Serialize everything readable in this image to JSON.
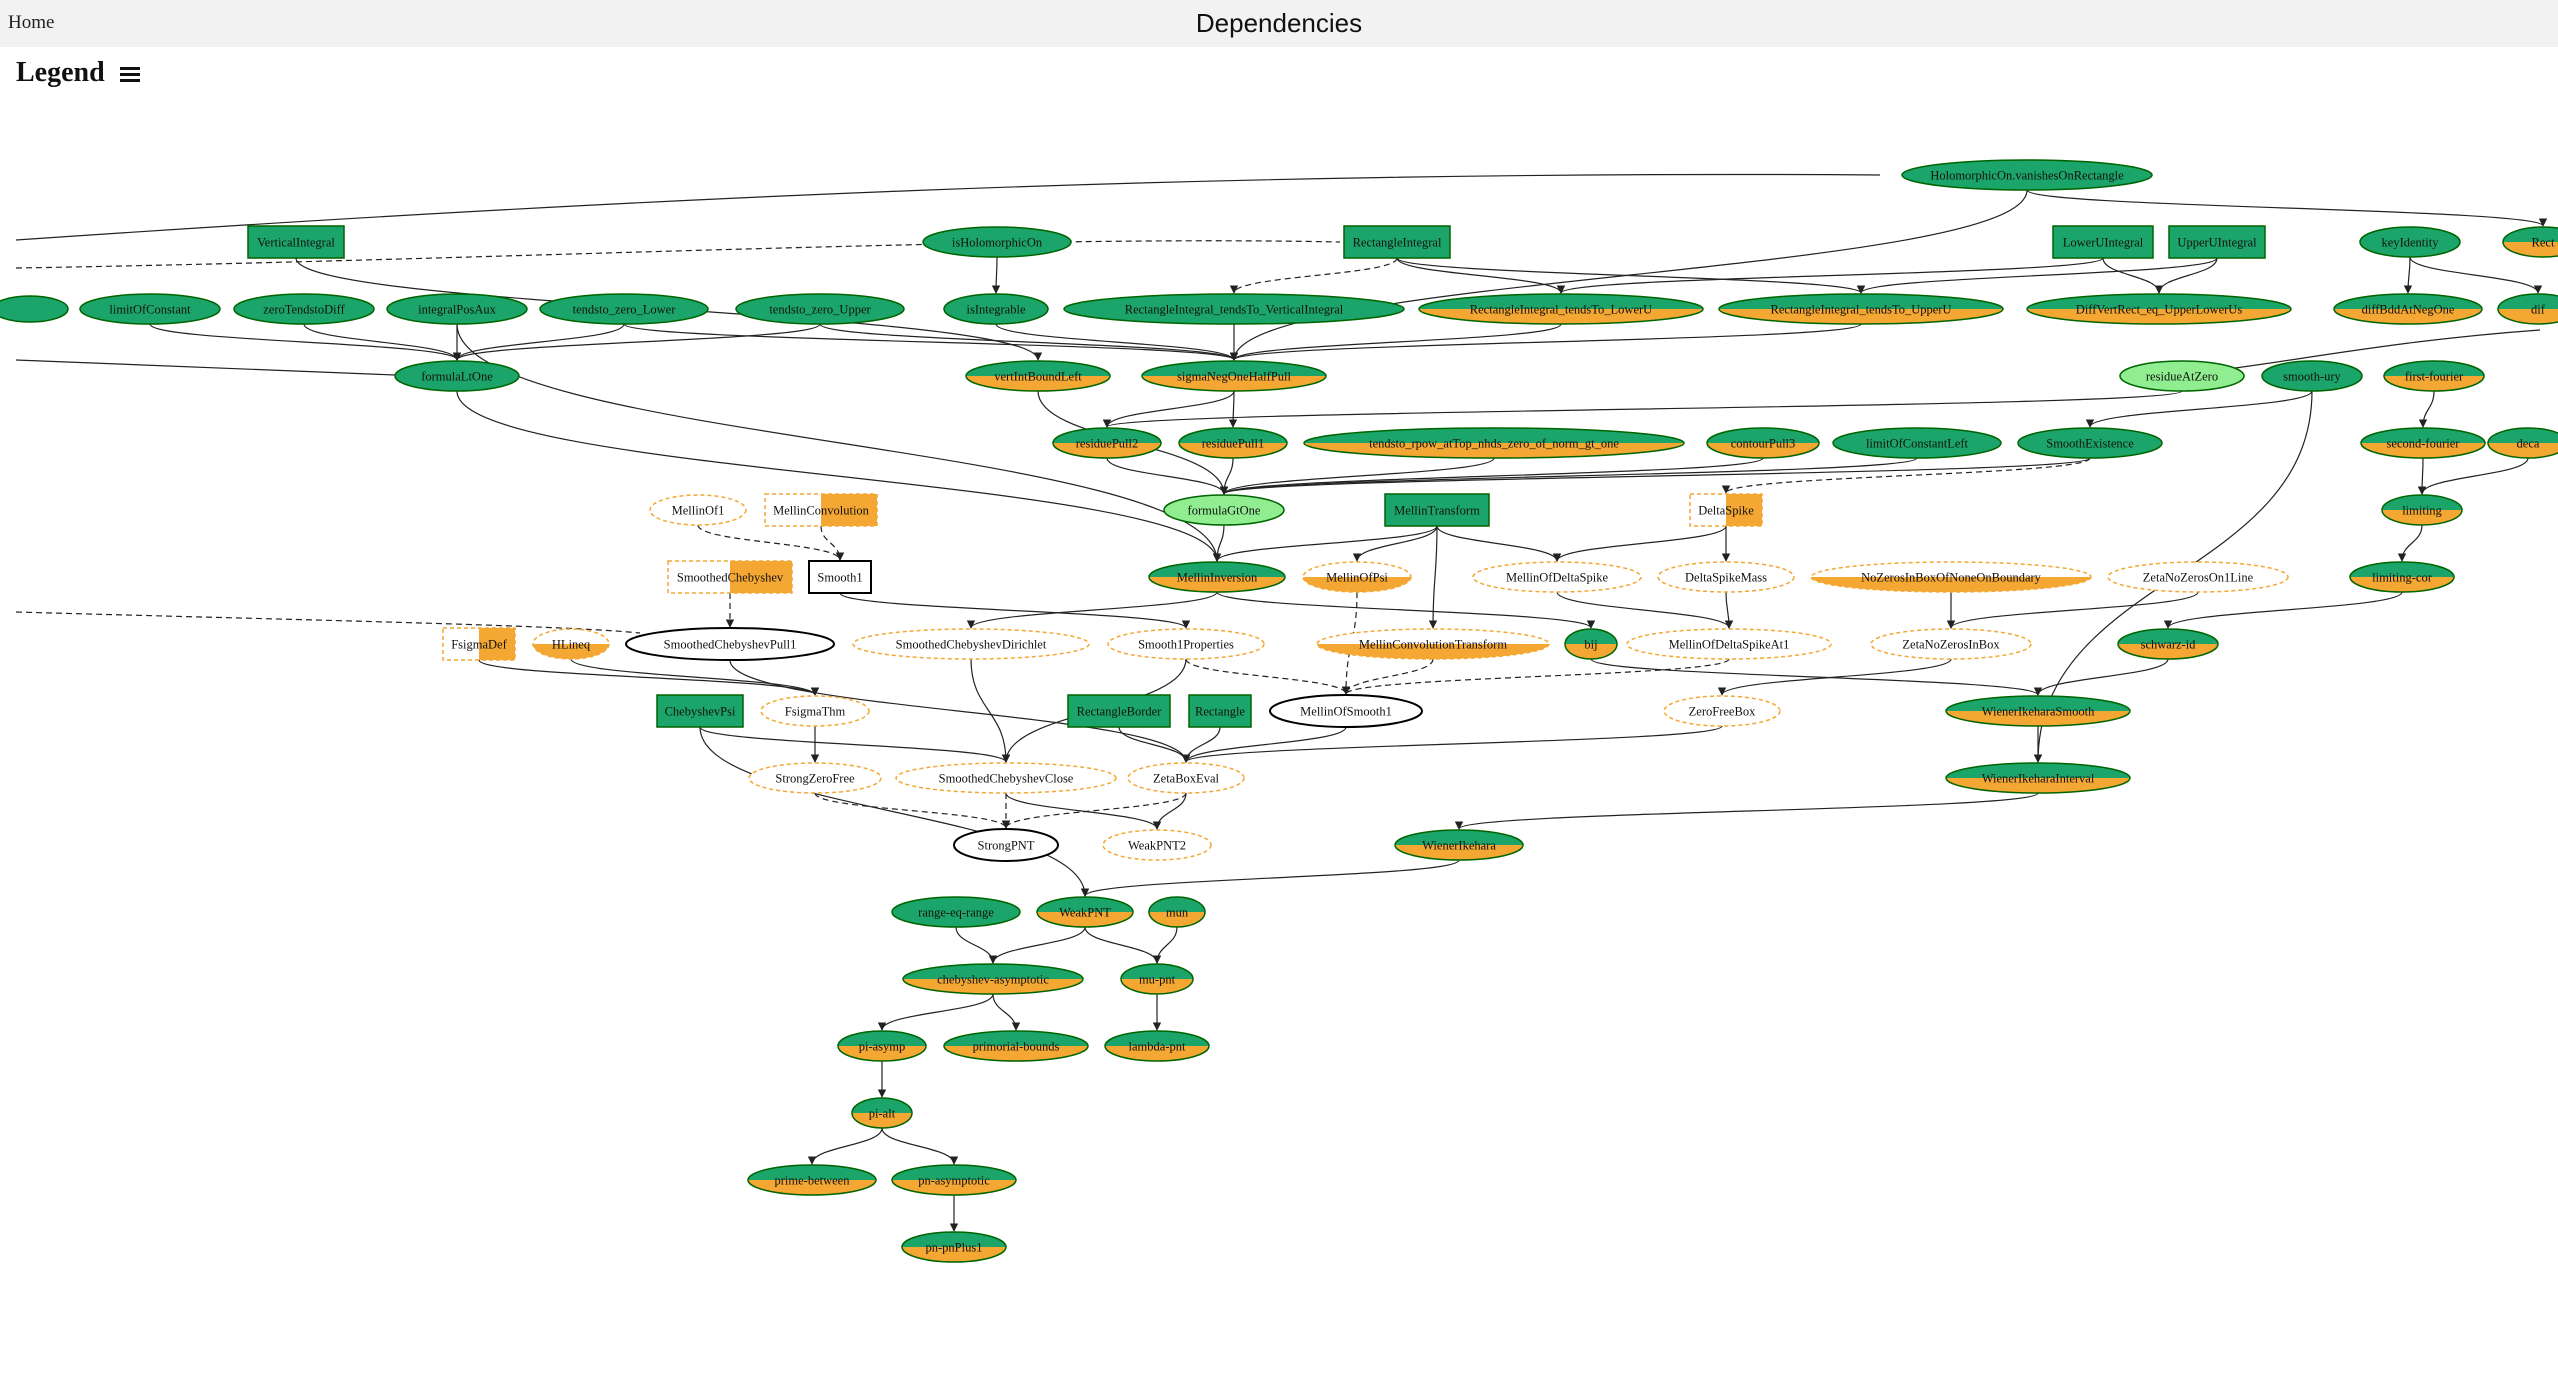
{
  "header": {
    "home": "Home",
    "title": "Dependencies"
  },
  "legend": {
    "label": "Legend"
  },
  "colors": {
    "green": "#1ca56a",
    "light_green": "#90ee90",
    "orange": "#f4a732",
    "border_green": "#006400",
    "dashed_orange": "#f4a732",
    "edge": "#222222"
  },
  "nodes": [
    {
      "id": "n_left0",
      "label": "",
      "shape": "ellipse",
      "style": "green"
    },
    {
      "id": "n_hvr",
      "label": "HolomorphicOn.vanishesOnRectangle",
      "shape": "ellipse",
      "style": "green"
    },
    {
      "id": "n_vi",
      "label": "VerticalIntegral",
      "shape": "box",
      "style": "green"
    },
    {
      "id": "n_isho",
      "label": "isHolomorphicOn",
      "shape": "ellipse",
      "style": "green"
    },
    {
      "id": "n_ri",
      "label": "RectangleIntegral",
      "shape": "box",
      "style": "green"
    },
    {
      "id": "n_lui",
      "label": "LowerUIntegral",
      "shape": "box",
      "style": "green"
    },
    {
      "id": "n_uui",
      "label": "UpperUIntegral",
      "shape": "box",
      "style": "green"
    },
    {
      "id": "n_kid",
      "label": "keyIdentity",
      "shape": "ellipse",
      "style": "green"
    },
    {
      "id": "n_rect_r",
      "label": "Rect",
      "shape": "ellipse",
      "style": "half"
    },
    {
      "id": "n_loc",
      "label": "limitOfConstant",
      "shape": "ellipse",
      "style": "green"
    },
    {
      "id": "n_ztd",
      "label": "zeroTendstoDiff",
      "shape": "ellipse",
      "style": "green"
    },
    {
      "id": "n_ipa",
      "label": "integralPosAux",
      "shape": "ellipse",
      "style": "green"
    },
    {
      "id": "n_tzl",
      "label": "tendsto_zero_Lower",
      "shape": "ellipse",
      "style": "green"
    },
    {
      "id": "n_tzu",
      "label": "tendsto_zero_Upper",
      "shape": "ellipse",
      "style": "green"
    },
    {
      "id": "n_isint",
      "label": "isIntegrable",
      "shape": "ellipse",
      "style": "green"
    },
    {
      "id": "n_ritv",
      "label": "RectangleIntegral_tendsTo_VerticalIntegral",
      "shape": "ellipse",
      "style": "green"
    },
    {
      "id": "n_ritl",
      "label": "RectangleIntegral_tendsTo_LowerU",
      "shape": "ellipse",
      "style": "half"
    },
    {
      "id": "n_ritu",
      "label": "RectangleIntegral_tendsTo_UpperU",
      "shape": "ellipse",
      "style": "half"
    },
    {
      "id": "n_dvr",
      "label": "DiffVertRect_eq_UpperLowerUs",
      "shape": "ellipse",
      "style": "half"
    },
    {
      "id": "n_dbdd",
      "label": "diffBddAtNegOne",
      "shape": "ellipse",
      "style": "half"
    },
    {
      "id": "n_dif_r",
      "label": "dif",
      "shape": "ellipse",
      "style": "half"
    },
    {
      "id": "n_flt1",
      "label": "formulaLtOne",
      "shape": "ellipse",
      "style": "green"
    },
    {
      "id": "n_vibl",
      "label": "vertIntBoundLeft",
      "shape": "ellipse",
      "style": "half"
    },
    {
      "id": "n_snohp",
      "label": "sigmaNegOneHalfPull",
      "shape": "ellipse",
      "style": "half"
    },
    {
      "id": "n_raz",
      "label": "residueAtZero",
      "shape": "ellipse",
      "style": "lightgreen"
    },
    {
      "id": "n_sury",
      "label": "smooth-ury",
      "shape": "ellipse",
      "style": "green"
    },
    {
      "id": "n_ff",
      "label": "first-fourier",
      "shape": "ellipse",
      "style": "half"
    },
    {
      "id": "n_rp2",
      "label": "residuePull2",
      "shape": "ellipse",
      "style": "half"
    },
    {
      "id": "n_rp1",
      "label": "residuePull1",
      "shape": "ellipse",
      "style": "half"
    },
    {
      "id": "n_tcr",
      "label": "tendsto_rpow_atTop_nhds_zero_of_norm_gt_one",
      "shape": "ellipse",
      "style": "half"
    },
    {
      "id": "n_cp3",
      "label": "contourPull3",
      "shape": "ellipse",
      "style": "half"
    },
    {
      "id": "n_locl",
      "label": "limitOfConstantLeft",
      "shape": "ellipse",
      "style": "green"
    },
    {
      "id": "n_smex",
      "label": "SmoothExistence",
      "shape": "ellipse",
      "style": "green"
    },
    {
      "id": "n_sf",
      "label": "second-fourier",
      "shape": "ellipse",
      "style": "half"
    },
    {
      "id": "n_deca",
      "label": "deca",
      "shape": "ellipse",
      "style": "half"
    },
    {
      "id": "n_mof1",
      "label": "MellinOf1",
      "shape": "ellipse",
      "style": "dashed"
    },
    {
      "id": "n_mconv",
      "label": "MellinConvolution",
      "shape": "box",
      "style": "dashedhalf"
    },
    {
      "id": "n_fgt1",
      "label": "formulaGtOne",
      "shape": "ellipse",
      "style": "lightgreen"
    },
    {
      "id": "n_mtr",
      "label": "MellinTransform",
      "shape": "box",
      "style": "green"
    },
    {
      "id": "n_dspk",
      "label": "DeltaSpike",
      "shape": "box",
      "style": "dashedhalf"
    },
    {
      "id": "n_lim",
      "label": "limiting",
      "shape": "ellipse",
      "style": "half"
    },
    {
      "id": "n_schb",
      "label": "SmoothedChebyshev",
      "shape": "box",
      "style": "dashedhalf"
    },
    {
      "id": "n_sm1",
      "label": "Smooth1",
      "shape": "box",
      "style": "plainbox"
    },
    {
      "id": "n_minv",
      "label": "MellinInversion",
      "shape": "ellipse",
      "style": "half"
    },
    {
      "id": "n_mopsi",
      "label": "MellinOfPsi",
      "shape": "ellipse",
      "style": "dashedhalf"
    },
    {
      "id": "n_mods",
      "label": "MellinOfDeltaSpike",
      "shape": "ellipse",
      "style": "dashed"
    },
    {
      "id": "n_dsm",
      "label": "DeltaSpikeMass",
      "shape": "ellipse",
      "style": "dashed"
    },
    {
      "id": "n_nzb",
      "label": "NoZerosInBoxOfNoneOnBoundary",
      "shape": "ellipse",
      "style": "dashedhalf"
    },
    {
      "id": "n_zn1",
      "label": "ZetaNoZerosOn1Line",
      "shape": "ellipse",
      "style": "dashed"
    },
    {
      "id": "n_limcor",
      "label": "limiting-cor",
      "shape": "ellipse",
      "style": "half"
    },
    {
      "id": "n_fsd",
      "label": "FsigmaDef",
      "shape": "box",
      "style": "dashedhalf"
    },
    {
      "id": "n_hl",
      "label": "HLineq",
      "shape": "ellipse",
      "style": "dashedhalf"
    },
    {
      "id": "n_scp1",
      "label": "SmoothedChebyshevPull1",
      "shape": "ellipse",
      "style": "plain"
    },
    {
      "id": "n_scd",
      "label": "SmoothedChebyshevDirichlet",
      "shape": "ellipse",
      "style": "dashed"
    },
    {
      "id": "n_s1p",
      "label": "Smooth1Properties",
      "shape": "ellipse",
      "style": "dashed"
    },
    {
      "id": "n_mct",
      "label": "MellinConvolutionTransform",
      "shape": "ellipse",
      "style": "dashedhalf"
    },
    {
      "id": "n_bij",
      "label": "bij",
      "shape": "ellipse",
      "style": "half"
    },
    {
      "id": "n_moda",
      "label": "MellinOfDeltaSpikeAt1",
      "shape": "ellipse",
      "style": "dashed"
    },
    {
      "id": "n_znb",
      "label": "ZetaNoZerosInBox",
      "shape": "ellipse",
      "style": "dashed"
    },
    {
      "id": "n_schw",
      "label": "schwarz-id",
      "shape": "ellipse",
      "style": "half"
    },
    {
      "id": "n_chpsi",
      "label": "ChebyshevPsi",
      "shape": "box",
      "style": "green"
    },
    {
      "id": "n_fst",
      "label": "FsigmaThm",
      "shape": "ellipse",
      "style": "dashed"
    },
    {
      "id": "n_rbord",
      "label": "RectangleBorder",
      "shape": "box",
      "style": "green"
    },
    {
      "id": "n_rect",
      "label": "Rectangle",
      "shape": "box",
      "style": "green"
    },
    {
      "id": "n_mos1",
      "label": "MellinOfSmooth1",
      "shape": "ellipse",
      "style": "plain"
    },
    {
      "id": "n_zfb",
      "label": "ZeroFreeBox",
      "shape": "ellipse",
      "style": "dashed"
    },
    {
      "id": "n_wis",
      "label": "WienerIkeharaSmooth",
      "shape": "ellipse",
      "style": "half"
    },
    {
      "id": "n_szf",
      "label": "StrongZeroFree",
      "shape": "ellipse",
      "style": "dashed"
    },
    {
      "id": "n_scc",
      "label": "SmoothedChebyshevClose",
      "shape": "ellipse",
      "style": "dashed"
    },
    {
      "id": "n_zbe",
      "label": "ZetaBoxEval",
      "shape": "ellipse",
      "style": "dashed"
    },
    {
      "id": "n_wii",
      "label": "WienerIkeharaInterval",
      "shape": "ellipse",
      "style": "half"
    },
    {
      "id": "n_spnt",
      "label": "StrongPNT",
      "shape": "ellipse",
      "style": "plain"
    },
    {
      "id": "n_wpnt2",
      "label": "WeakPNT2",
      "shape": "ellipse",
      "style": "dashed"
    },
    {
      "id": "n_wi",
      "label": "WienerIkehara",
      "shape": "ellipse",
      "style": "half"
    },
    {
      "id": "n_rer",
      "label": "range-eq-range",
      "shape": "ellipse",
      "style": "green"
    },
    {
      "id": "n_wpnt",
      "label": "WeakPNT",
      "shape": "ellipse",
      "style": "half"
    },
    {
      "id": "n_mun",
      "label": "mun",
      "shape": "ellipse",
      "style": "half"
    },
    {
      "id": "n_cha",
      "label": "chebyshev-asymptotic",
      "shape": "ellipse",
      "style": "half"
    },
    {
      "id": "n_mupnt",
      "label": "mu-pnt",
      "shape": "ellipse",
      "style": "half"
    },
    {
      "id": "n_pias",
      "label": "pi-asymp",
      "shape": "ellipse",
      "style": "half"
    },
    {
      "id": "n_prb",
      "label": "primorial-bounds",
      "shape": "ellipse",
      "style": "half"
    },
    {
      "id": "n_lpnt",
      "label": "lambda-pnt",
      "shape": "ellipse",
      "style": "half"
    },
    {
      "id": "n_pialt",
      "label": "pi-alt",
      "shape": "ellipse",
      "style": "half"
    },
    {
      "id": "n_pbt",
      "label": "prime-between",
      "shape": "ellipse",
      "style": "half"
    },
    {
      "id": "n_pnas",
      "label": "pn-asymptotic",
      "shape": "ellipse",
      "style": "half"
    },
    {
      "id": "n_pnp1",
      "label": "pn-pnPlus1",
      "shape": "ellipse",
      "style": "half"
    }
  ],
  "edges": [
    [
      "n_hvr",
      "n_rect_r",
      false
    ],
    [
      "n_hvr",
      "n_snohp",
      false
    ],
    [
      "n_vi",
      "n_vibl",
      false
    ],
    [
      "n_isho",
      "n_isint",
      false
    ],
    [
      "n_ri",
      "n_ritv",
      true
    ],
    [
      "n_ri",
      "n_ritl",
      false
    ],
    [
      "n_ri",
      "n_ritu",
      false
    ],
    [
      "n_lui",
      "n_dvr",
      false
    ],
    [
      "n_uui",
      "n_dvr",
      false
    ],
    [
      "n_lui",
      "n_ritl",
      false
    ],
    [
      "n_uui",
      "n_ritu",
      false
    ],
    [
      "n_kid",
      "n_dbdd",
      false
    ],
    [
      "n_kid",
      "n_dif_r",
      false
    ],
    [
      "n_loc",
      "n_flt1",
      false
    ],
    [
      "n_ztd",
      "n_flt1",
      false
    ],
    [
      "n_ipa",
      "n_flt1",
      false
    ],
    [
      "n_tzl",
      "n_flt1",
      false
    ],
    [
      "n_tzu",
      "n_flt1",
      false
    ],
    [
      "n_isint",
      "n_snohp",
      false
    ],
    [
      "n_ritv",
      "n_snohp",
      false
    ],
    [
      "n_ritl",
      "n_snohp",
      false
    ],
    [
      "n_ritu",
      "n_snohp",
      false
    ],
    [
      "n_tzl",
      "n_snohp",
      false
    ],
    [
      "n_tzu",
      "n_snohp",
      false
    ],
    [
      "n_ipa",
      "n_minv",
      false
    ],
    [
      "n_flt1",
      "n_minv",
      false
    ],
    [
      "n_snohp",
      "n_rp1",
      false
    ],
    [
      "n_snohp",
      "n_rp2",
      false
    ],
    [
      "n_vibl",
      "n_fgt1",
      false
    ],
    [
      "n_rp2",
      "n_fgt1",
      false
    ],
    [
      "n_rp1",
      "n_fgt1",
      false
    ],
    [
      "n_tcr",
      "n_fgt1",
      false
    ],
    [
      "n_cp3",
      "n_fgt1",
      false
    ],
    [
      "n_locl",
      "n_fgt1",
      false
    ],
    [
      "n_smex",
      "n_fgt1",
      false
    ],
    [
      "n_raz",
      "n_rp2",
      false
    ],
    [
      "n_sury",
      "n_smex",
      false
    ],
    [
      "n_sury",
      "n_wii",
      false
    ],
    [
      "n_ff",
      "n_sf",
      false
    ],
    [
      "n_sf",
      "n_lim",
      false
    ],
    [
      "n_deca",
      "n_lim",
      false
    ],
    [
      "n_lim",
      "n_limcor",
      false
    ],
    [
      "n_limcor",
      "n_schw",
      false
    ],
    [
      "n_mof1",
      "n_sm1",
      true
    ],
    [
      "n_mconv",
      "n_sm1",
      true
    ],
    [
      "n_fgt1",
      "n_minv",
      false
    ],
    [
      "n_mtr",
      "n_minv",
      false
    ],
    [
      "n_mtr",
      "n_mopsi",
      false
    ],
    [
      "n_mtr",
      "n_mods",
      false
    ],
    [
      "n_mtr",
      "n_mct",
      false
    ],
    [
      "n_dspk",
      "n_mods",
      false
    ],
    [
      "n_dspk",
      "n_dsm",
      false
    ],
    [
      "n_smex",
      "n_dspk",
      true
    ],
    [
      "n_schb",
      "n_scp1",
      true
    ],
    [
      "n_sm1",
      "n_s1p",
      false
    ],
    [
      "n_minv",
      "n_scd",
      false
    ],
    [
      "n_minv",
      "n_bij",
      false
    ],
    [
      "n_mopsi",
      "n_mos1",
      true
    ],
    [
      "n_mods",
      "n_moda",
      false
    ],
    [
      "n_dsm",
      "n_moda",
      false
    ],
    [
      "n_nzb",
      "n_znb",
      false
    ],
    [
      "n_zn1",
      "n_znb",
      false
    ],
    [
      "n_fsd",
      "n_fst",
      false
    ],
    [
      "n_hl",
      "n_fst",
      false
    ],
    [
      "n_scp1",
      "n_zbe",
      false
    ],
    [
      "n_scd",
      "n_scc",
      false
    ],
    [
      "n_s1p",
      "n_scc",
      false
    ],
    [
      "n_s1p",
      "n_mos1",
      true
    ],
    [
      "n_mct",
      "n_mos1",
      true
    ],
    [
      "n_moda",
      "n_mos1",
      true
    ],
    [
      "n_bij",
      "n_wis",
      false
    ],
    [
      "n_znb",
      "n_zfb",
      false
    ],
    [
      "n_schw",
      "n_wis",
      false
    ],
    [
      "n_chpsi",
      "n_scc",
      false
    ],
    [
      "n_chpsi",
      "n_wpnt",
      false
    ],
    [
      "n_fst",
      "n_szf",
      false
    ],
    [
      "n_rbord",
      "n_zbe",
      false
    ],
    [
      "n_rect",
      "n_zbe",
      false
    ],
    [
      "n_mos1",
      "n_zbe",
      false
    ],
    [
      "n_zfb",
      "n_zbe",
      false
    ],
    [
      "n_wis",
      "n_wii",
      false
    ],
    [
      "n_szf",
      "n_spnt",
      true
    ],
    [
      "n_scc",
      "n_spnt",
      true
    ],
    [
      "n_zbe",
      "n_spnt",
      true
    ],
    [
      "n_zbe",
      "n_wpnt2",
      false
    ],
    [
      "n_scc",
      "n_wpnt2",
      false
    ],
    [
      "n_wii",
      "n_wi",
      false
    ],
    [
      "n_wi",
      "n_wpnt",
      false
    ],
    [
      "n_rer",
      "n_cha",
      false
    ],
    [
      "n_wpnt",
      "n_cha",
      false
    ],
    [
      "n_wpnt",
      "n_mupnt",
      false
    ],
    [
      "n_mun",
      "n_mupnt",
      false
    ],
    [
      "n_cha",
      "n_pias",
      false
    ],
    [
      "n_cha",
      "n_prb",
      false
    ],
    [
      "n_mupnt",
      "n_lpnt",
      false
    ],
    [
      "n_pias",
      "n_pialt",
      false
    ],
    [
      "n_pialt",
      "n_pbt",
      false
    ],
    [
      "n_pialt",
      "n_pnas",
      false
    ],
    [
      "n_pnas",
      "n_pnp1",
      false
    ]
  ]
}
